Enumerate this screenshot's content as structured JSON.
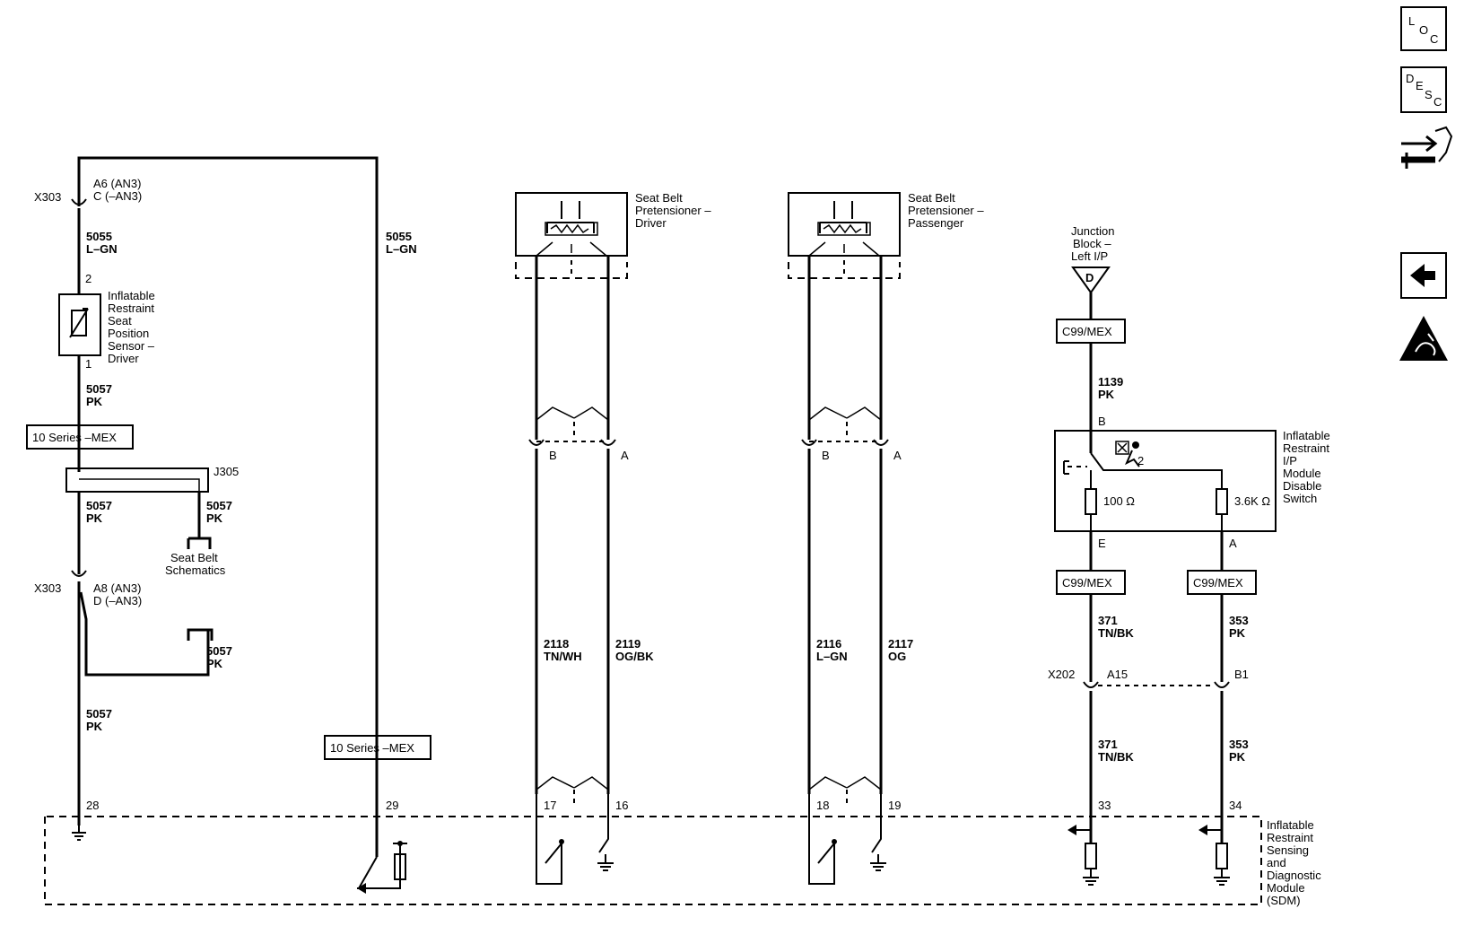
{
  "nav": {
    "loc_icon": "loc-icon",
    "desc_icon": "desc-icon",
    "connector_icon": "connector-repair-icon",
    "back_icon": "back-arrow-icon",
    "esd_icon": "esd-warning-icon",
    "loc_letters": [
      "L",
      "O",
      "C"
    ],
    "desc_letters": [
      "D",
      "E",
      "S",
      "C"
    ]
  },
  "left": {
    "x303_top": "X303",
    "a6_an3": "A6 (AN3)",
    "c_an3": "C (–AN3)",
    "w5055_num": "5055",
    "w5055_col": "L–GN",
    "pin2": "2",
    "pin1": "1",
    "sensor_l1": "Inflatable",
    "sensor_l2": "Restraint",
    "sensor_l3": "Seat",
    "sensor_l4": "Position",
    "sensor_l5": "Sensor –",
    "sensor_l6": "Driver",
    "w5057_num": "5057",
    "w5057_col": "PK",
    "series_mex": "10 Series –MEX",
    "j305": "J305",
    "seatbelt_l1": "Seat Belt",
    "seatbelt_l2": "Schematics",
    "x303_bot": "X303",
    "a8_an3": "A8 (AN3)",
    "d_an3": "D (–AN3)",
    "pin28": "28"
  },
  "mid": {
    "w5055_num": "5055",
    "w5055_col": "L–GN",
    "series_mex": "10 Series –MEX",
    "pin29": "29"
  },
  "driver": {
    "title_l1": "Seat Belt",
    "title_l2": "Pretensioner –",
    "title_l3": "Driver",
    "pin_b": "B",
    "pin_a": "A",
    "w1_num": "2118",
    "w1_col": "TN/WH",
    "w2_num": "2119",
    "w2_col": "OG/BK",
    "pin17": "17",
    "pin16": "16"
  },
  "passenger": {
    "title_l1": "Seat Belt",
    "title_l2": "Pretensioner –",
    "title_l3": "Passenger",
    "pin_b": "B",
    "pin_a": "A",
    "w1_num": "2116",
    "w1_col": "L–GN",
    "w2_num": "2117",
    "w2_col": "OG",
    "pin18": "18",
    "pin19": "19"
  },
  "right": {
    "jb_l1": "Junction",
    "jb_l2": "Block –",
    "jb_l3": "Left I/P",
    "jb_letter": "D",
    "c99_top": "C99/MEX",
    "w1139_num": "1139",
    "w1139_col": "PK",
    "pin_b": "B",
    "sw_l1": "Inflatable",
    "sw_l2": "Restraint",
    "sw_l3": "I/P",
    "sw_l4": "Module",
    "sw_l5": "Disable",
    "sw_l6": "Switch",
    "res1": "100 Ω",
    "res2": "3.6K Ω",
    "icon_num": "2",
    "pin_e": "E",
    "pin_a": "A",
    "c99_left": "C99/MEX",
    "c99_right": "C99/MEX",
    "w371_num": "371",
    "w371_col": "TN/BK",
    "w353_num": "353",
    "w353_col": "PK",
    "x202": "X202",
    "a15": "A15",
    "b1": "B1",
    "pin33": "33",
    "pin34": "34"
  },
  "sdm": {
    "l1": "Inflatable",
    "l2": "Restraint",
    "l3": "Sensing",
    "l4": "and",
    "l5": "Diagnostic",
    "l6": "Module",
    "l7": "(SDM)"
  }
}
